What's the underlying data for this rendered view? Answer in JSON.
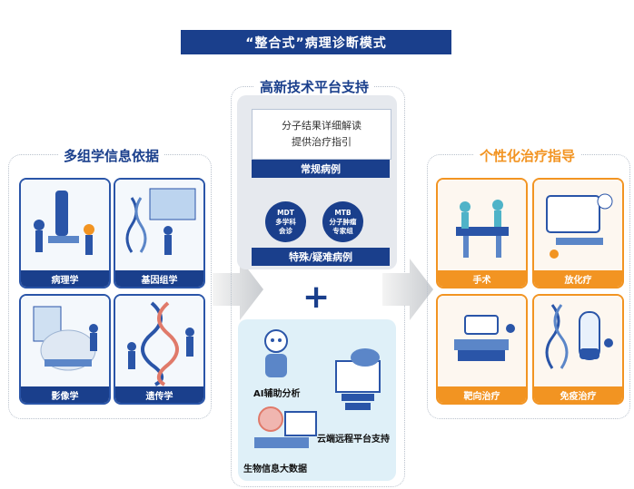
{
  "title": "“整合式”病理诊断模式",
  "left_section": {
    "title": "多组学信息依据",
    "cards": [
      {
        "label": "病理学"
      },
      {
        "label": "基因组学"
      },
      {
        "label": "影像学"
      },
      {
        "label": "遗传学"
      }
    ]
  },
  "center_section": {
    "title": "高新技术平台支持",
    "box_lines": [
      "分子结果详细解读",
      "提供治疗指引"
    ],
    "routine_label": "常规病例",
    "circles": [
      {
        "lines": [
          "MDT",
          "多学科",
          "会诊"
        ]
      },
      {
        "lines": [
          "MTB",
          "分子肿瘤",
          "专家组"
        ]
      }
    ],
    "special_label": "特殊/疑难病例",
    "plus": "+",
    "bottom_labels": {
      "ai": "AI辅助分析",
      "cloud": "云端远程平台支持",
      "bioinfo": "生物信息大数据"
    }
  },
  "right_section": {
    "title": "个性化治疗指导",
    "cards": [
      {
        "label": "手术"
      },
      {
        "label": "放化疗"
      },
      {
        "label": "靶向治疗"
      },
      {
        "label": "免疫治疗"
      }
    ]
  },
  "colors": {
    "navy": "#1a3f8c",
    "orange": "#f29422",
    "panel": "#e6e9ee",
    "light_blue": "#dff0f8"
  }
}
